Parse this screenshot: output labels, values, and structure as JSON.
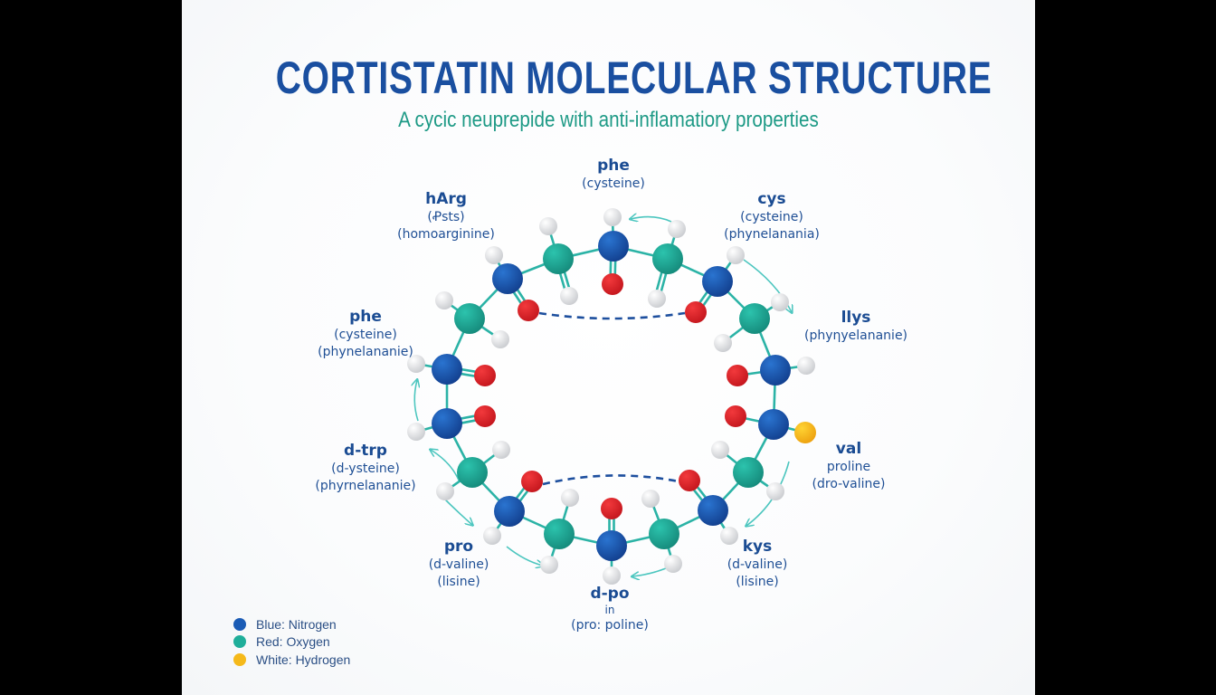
{
  "header": {
    "title": "CORTISTATIN MOLECULAR STRUCTURE",
    "subtitle": "A cycic neuprepide with anti-inflamatiory properties"
  },
  "colors": {
    "nitrogen": "#1a5bb5",
    "carbon": "#1fae9a",
    "oxygen": "#e0252b",
    "hydrogen": "#e6e7e9",
    "sulfur": "#f5b91a",
    "bond": "#2bb3a6",
    "title": "#1a4fa0",
    "subtitle": "#1e9a86",
    "hbond": "#1d4f9e"
  },
  "residues": [
    {
      "name": "phe",
      "lines": [
        "(cysteine)"
      ]
    },
    {
      "name": "hArg",
      "lines": [
        "(Ꝓsts)",
        "(homoarginine)"
      ]
    },
    {
      "name": "cys",
      "lines": [
        "(cysteine)",
        "(phynelanania)"
      ]
    },
    {
      "name": "phe",
      "lines": [
        "(cysteine)",
        "(phynelananie)"
      ]
    },
    {
      "name": "llys",
      "lines": [
        "(phyηyelananie)"
      ]
    },
    {
      "name": "d-trp",
      "lines": [
        "(d-ysteine)",
        "(phyrnelananie)"
      ]
    },
    {
      "name": "val",
      "lines": [
        "proline",
        "(dro-valine)"
      ]
    },
    {
      "name": "pro",
      "lines": [
        "(d-valine)",
        "(lisine)"
      ]
    },
    {
      "name": "kys",
      "lines": [
        "(d-valine)",
        "(lisine)"
      ]
    },
    {
      "name": "d-po",
      "lines": [
        "in",
        "(pro: poline)"
      ]
    }
  ],
  "legend": [
    {
      "label": "Blue: Nitrogen",
      "color": "#1a5bb5"
    },
    {
      "label": "Red: Oxygen",
      "color": "#1fae9a"
    },
    {
      "label": "White: Hydrogen",
      "color": "#f5b91a"
    }
  ]
}
